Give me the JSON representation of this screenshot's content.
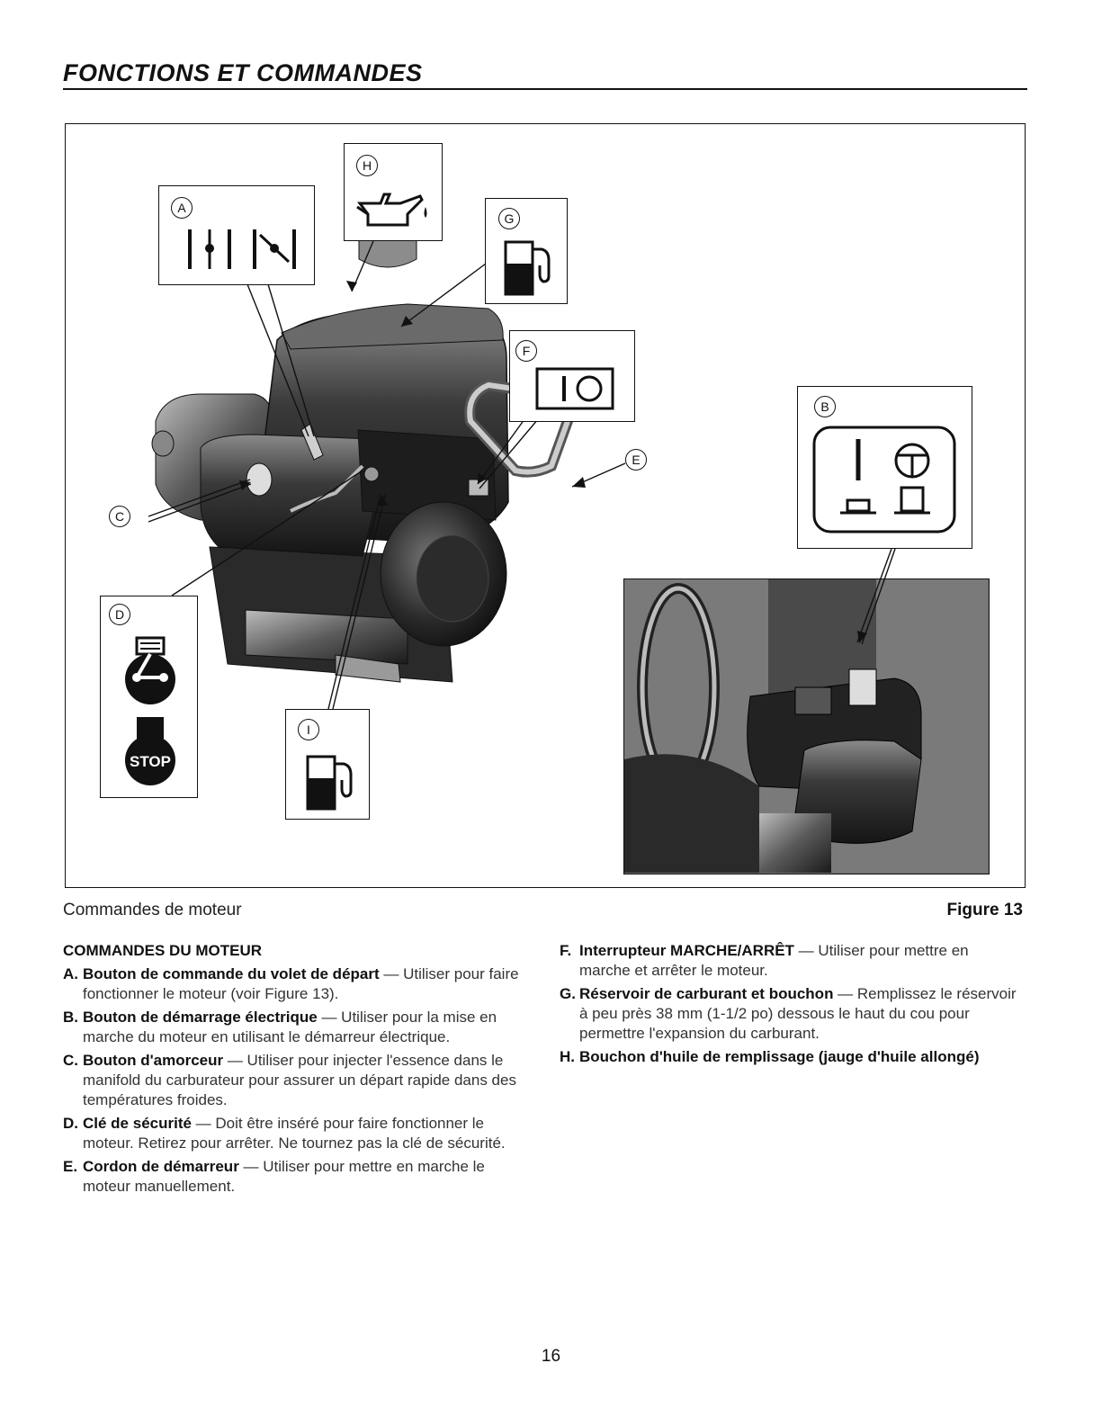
{
  "page": {
    "heading": "FONCTIONS ET COMMANDES",
    "number": "16"
  },
  "figure": {
    "caption": "Commandes de moteur",
    "label": "Figure 13",
    "callout_letters": {
      "a": "A",
      "b": "B",
      "c": "C",
      "d": "D",
      "e": "E",
      "f": "F",
      "g": "G",
      "h": "H",
      "i": "I"
    },
    "stop_text": "STOP",
    "icons": {
      "a": [
        "choke-run-icon",
        "choke-closed-icon"
      ],
      "b": "electric-start-switch-icon",
      "d": [
        "safety-key-icon",
        "stop-button-icon"
      ],
      "f": "on-off-switch-icon",
      "g": "fuel-tank-icon",
      "h": "oil-can-icon",
      "i": "fuel-pump-icon"
    }
  },
  "section": {
    "title": "COMMANDES DU MOTEUR",
    "items": [
      {
        "key": "A.",
        "bold": "Bouton de commande du volet de départ",
        "text": " — Utiliser pour faire fonctionner le moteur (voir Figure 13)."
      },
      {
        "key": "B.",
        "bold": "Bouton de démarrage électrique",
        "text": " — Utiliser pour la mise en marche du moteur en utilisant le démarreur électrique."
      },
      {
        "key": "C.",
        "bold": "Bouton d'amorceur",
        "text": " — Utiliser pour injecter l'essence dans le manifold du carburateur pour assurer un départ rapide dans des températures froides."
      },
      {
        "key": "D.",
        "bold": "Clé de sécurité",
        "text": " — Doit être inséré pour faire fonctionner le moteur. Retirez pour arrêter. Ne tournez pas la clé de sécurité."
      },
      {
        "key": "E.",
        "bold": "Cordon de démarreur",
        "text": " — Utiliser pour mettre en marche le moteur manuellement."
      },
      {
        "key": "F.",
        "bold": "Interrupteur MARCHE/ARRÊT",
        "text": " — Utiliser pour mettre en marche et arrêter le moteur."
      },
      {
        "key": "G.",
        "bold": "Réservoir de carburant et bouchon",
        "text": " — Remplissez le réservoir à peu près 38 mm (1-1/2 po) dessous le haut du cou pour permettre l'expansion du carburant."
      },
      {
        "key": "H.",
        "bold": "Bouchon d'huile de remplissage (jauge d'huile allongé)",
        "text": ""
      }
    ]
  }
}
